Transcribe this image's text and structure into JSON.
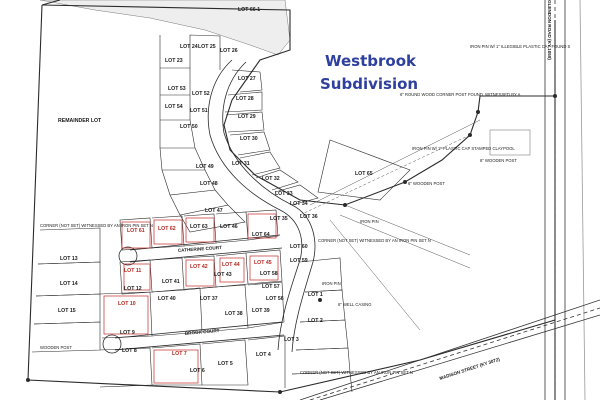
{
  "title": {
    "line1": "Westbrook",
    "line2": "Subdivision"
  },
  "lots": [
    "LOT 24",
    "LOT 25",
    "LOT 26",
    "LOT 23",
    "LOT 27",
    "LOT 53",
    "LOT 52",
    "LOT 28",
    "LOT 54",
    "LOT 51",
    "LOT 29",
    "LOT 50",
    "LOT 30",
    "LOT 31",
    "LOT 49",
    "LOT 32",
    "LOT 48",
    "LOT 33",
    "LOT 47",
    "LOT 34",
    "LOT 35",
    "LOT 46",
    "LOT 65",
    "LOT 61",
    "LOT 62",
    "LOT 63",
    "LOT 64",
    "LOT 60",
    "LOT 59",
    "LOT 58",
    "LOT 57",
    "LOT 36",
    "LOT 1",
    "LOT 2",
    "LOT 3",
    "LOT 4",
    "LOT 5",
    "LOT 6",
    "LOT 7",
    "LOT 8",
    "LOT 9",
    "LOT 10",
    "LOT 11",
    "LOT 12",
    "LOT 13",
    "LOT 14",
    "LOT 15",
    "LOT 37",
    "LOT 38",
    "LOT 39",
    "LOT 40",
    "LOT 41",
    "LOT 42",
    "LOT 43",
    "LOT 44",
    "LOT 45",
    "LOT 56"
  ],
  "top_lot": {
    "label": "LOT 66-1"
  },
  "remainder": {
    "label": "REMAINDER LOT"
  },
  "notes": {
    "pin_top": "IRON PIN W/ 1\" ILLEGIBLE PLASTIC CAP FOUND S",
    "round_wood": "6\" ROUND WOOD CORNER POST FOUND, WITNESSED BY A",
    "pin_mid": "IRON PIN W/ 1\" PLASTIC CAP STAMPED CLAYPOOL",
    "wooden_post_1": "6\" WOODEN POST",
    "wooden_post_2": "6\" WOODEN POST",
    "wooden_post_3": "WOODEN POST",
    "corner_left": "CORNER (NOT SET) WITNESSED BY AN IRON PIN SET N",
    "corner_mid": "CORNER (NOT SET) WITNESSED BY AN IRON PIN SET N",
    "corner_bottom": "CORNER (NOT SET) WITNESSED BY AN IRON PIN SET N",
    "iron_pin_1": "IRON PIN",
    "iron_pin_2": "IRON PIN",
    "well": "6\" WELL CASING",
    "court_catherine": "CATHERINE COURT",
    "court_brook": "BROOK COURT",
    "road_glendon": "GLENDON ROAD (KY 1058)",
    "street_madison": "MADISON STREET (KY 3072)"
  },
  "colors": {
    "title": "#2e3f9e",
    "red_lot": "#b3261e",
    "line": "#2b2b2b"
  }
}
